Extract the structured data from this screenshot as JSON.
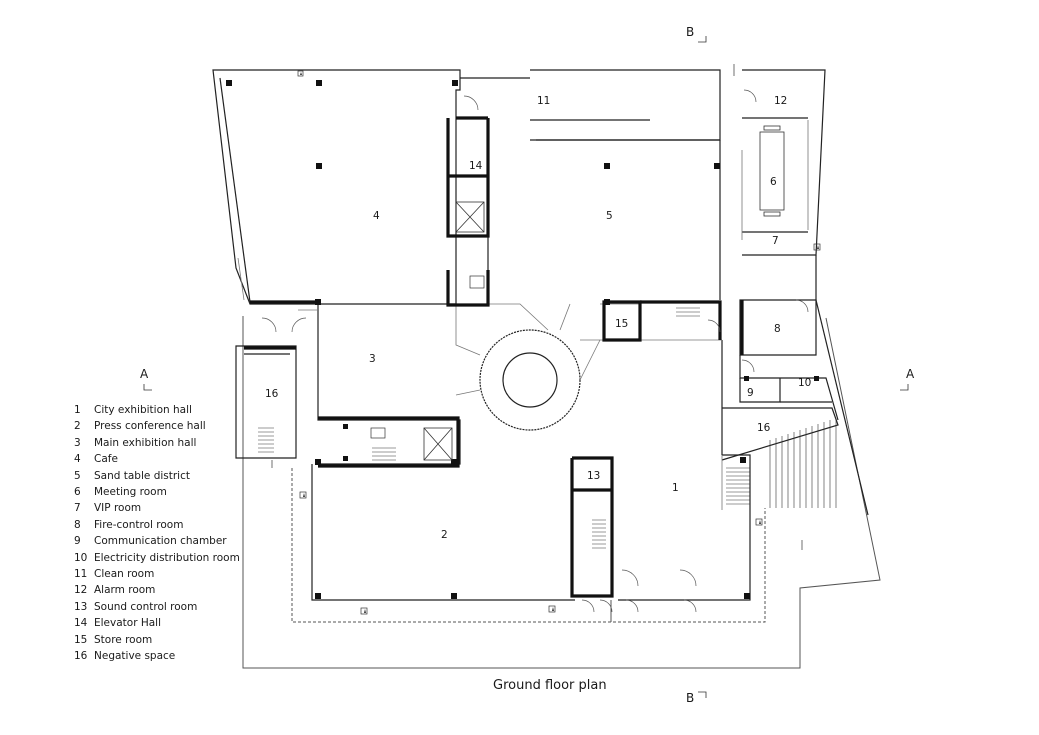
{
  "caption": "Ground floor plan",
  "section_marks": {
    "a": "A",
    "b": "B"
  },
  "legend": [
    {
      "num": "1",
      "name": "City exhibition hall"
    },
    {
      "num": "2",
      "name": "Press conference hall"
    },
    {
      "num": "3",
      "name": "Main exhibition hall"
    },
    {
      "num": "4",
      "name": "Cafe"
    },
    {
      "num": "5",
      "name": "Sand table district"
    },
    {
      "num": "6",
      "name": "Meeting room"
    },
    {
      "num": "7",
      "name": "VIP room"
    },
    {
      "num": "8",
      "name": "Fire-control room"
    },
    {
      "num": "9",
      "name": "Communication chamber"
    },
    {
      "num": "10",
      "name": "Electricity distribution room"
    },
    {
      "num": "11",
      "name": "Clean room"
    },
    {
      "num": "12",
      "name": "Alarm room"
    },
    {
      "num": "13",
      "name": "Sound control room"
    },
    {
      "num": "14",
      "name": "Elevator Hall"
    },
    {
      "num": "15",
      "name": "Store room"
    },
    {
      "num": "16",
      "name": "Negative space"
    }
  ],
  "room_labels": [
    "4",
    "5",
    "3",
    "2",
    "1",
    "6",
    "7",
    "8",
    "9",
    "10",
    "11",
    "12",
    "13",
    "14",
    "15",
    "16",
    "16"
  ]
}
